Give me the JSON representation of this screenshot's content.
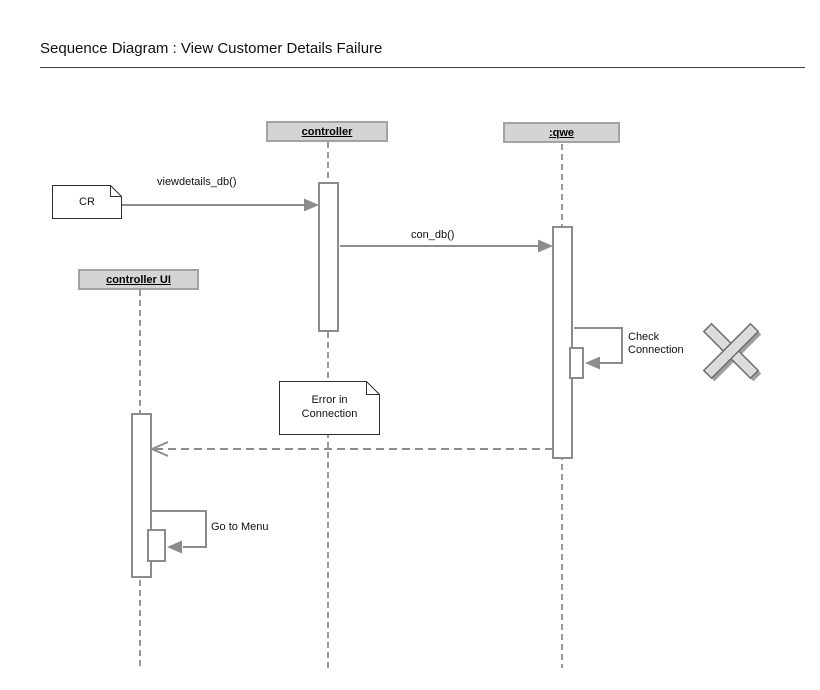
{
  "title": "Sequence Diagram : View Customer Details Failure",
  "lifelines": {
    "controller_ui": {
      "label": "controller UI"
    },
    "controller": {
      "label": "controller"
    },
    "qwe": {
      "label": ":qwe"
    }
  },
  "notes": {
    "cr": {
      "text": "CR"
    },
    "error": {
      "line1": "Error in",
      "line2": "Connection"
    }
  },
  "messages": {
    "viewdetails": {
      "label": "viewdetails_db()"
    },
    "con_db": {
      "label": "con_db()"
    },
    "check_connection": {
      "line1": "Check",
      "line2": "Connection"
    },
    "go_to_menu": {
      "label": "Go to Menu"
    }
  },
  "colors": {
    "message_line": "#8c8c8c",
    "lifeline": "#9a9a9a",
    "header_fill": "#d4d4d4",
    "header_border": "#a3a3a3",
    "note_border": "#2e2e2e",
    "destroy_fill": "#dcdcdc",
    "destroy_border": "#6e6e6e"
  }
}
